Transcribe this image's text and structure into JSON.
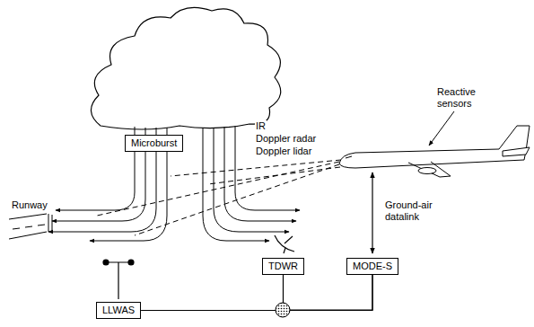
{
  "diagram": {
    "nodes": [
      {
        "text": [
          "Microburst"
        ]
      },
      {
        "text": [
          "TDWR"
        ]
      },
      {
        "text": [
          "MODE-S"
        ]
      },
      {
        "text": [
          "LLWAS"
        ]
      }
    ],
    "edges": [
      {
        "from": 3,
        "to": 2,
        "arrow": "none"
      },
      {
        "from": 1,
        "to": 2,
        "arrow": "none"
      }
    ],
    "labels": [
      "Runway",
      "IR",
      "Doppler radar",
      "Doppler lidar",
      "Reactive sensors",
      "Ground-air datalink"
    ]
  }
}
